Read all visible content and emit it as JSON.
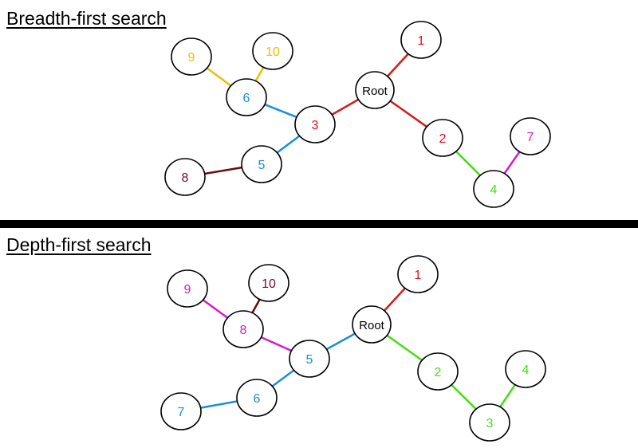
{
  "panels": [
    {
      "id": "bfs",
      "title": "Breadth-first search",
      "nodes": [
        {
          "id": "root",
          "label": "Root",
          "color": "#000000"
        },
        {
          "id": "n1",
          "label": "1",
          "color": "#e0101e"
        },
        {
          "id": "n2",
          "label": "2",
          "color": "#e0101e"
        },
        {
          "id": "n3",
          "label": "3",
          "color": "#e0101e"
        },
        {
          "id": "n4",
          "label": "4",
          "color": "#44dd11"
        },
        {
          "id": "n5",
          "label": "5",
          "color": "#1a8fd8"
        },
        {
          "id": "n6",
          "label": "6",
          "color": "#1a8fd8"
        },
        {
          "id": "n7",
          "label": "7",
          "color": "#d81bc8"
        },
        {
          "id": "n8",
          "label": "8",
          "color": "#7a0a2a"
        },
        {
          "id": "n9",
          "label": "9",
          "color": "#e8c000"
        },
        {
          "id": "n10",
          "label": "10",
          "color": "#e8c000"
        }
      ],
      "edges": [
        {
          "from": "root",
          "to": "n1",
          "color": "#d81818"
        },
        {
          "from": "root",
          "to": "n2",
          "color": "#d81818"
        },
        {
          "from": "root",
          "to": "n3",
          "color": "#d81818"
        },
        {
          "from": "n3",
          "to": "n6",
          "color": "#1a8fd8"
        },
        {
          "from": "n3",
          "to": "n5",
          "color": "#1a8fd8"
        },
        {
          "from": "n6",
          "to": "n9",
          "color": "#e8c000"
        },
        {
          "from": "n6",
          "to": "n10",
          "color": "#e8c000"
        },
        {
          "from": "n5",
          "to": "n8",
          "color": "#6a0a0a"
        },
        {
          "from": "n2",
          "to": "n4",
          "color": "#44dd11"
        },
        {
          "from": "n4",
          "to": "n7",
          "color": "#d81bc8"
        }
      ]
    },
    {
      "id": "dfs",
      "title": "Depth-first search",
      "nodes": [
        {
          "id": "root",
          "label": "Root",
          "color": "#000000"
        },
        {
          "id": "n1",
          "label": "1",
          "color": "#e0101e"
        },
        {
          "id": "n2",
          "label": "2",
          "color": "#44dd11"
        },
        {
          "id": "n3",
          "label": "3",
          "color": "#44dd11"
        },
        {
          "id": "n4",
          "label": "4",
          "color": "#44dd11"
        },
        {
          "id": "n5",
          "label": "5",
          "color": "#1a8fd8"
        },
        {
          "id": "n6",
          "label": "6",
          "color": "#1a8fd8"
        },
        {
          "id": "n7",
          "label": "7",
          "color": "#1a8fd8"
        },
        {
          "id": "n8",
          "label": "8",
          "color": "#d81bc8"
        },
        {
          "id": "n9",
          "label": "9",
          "color": "#d81bc8"
        },
        {
          "id": "n10",
          "label": "10",
          "color": "#7a0a2a"
        }
      ],
      "edges": [
        {
          "from": "root",
          "to": "n1",
          "color": "#d81818"
        },
        {
          "from": "root",
          "to": "n2",
          "color": "#44dd11"
        },
        {
          "from": "n2",
          "to": "n3",
          "color": "#44dd11"
        },
        {
          "from": "n3",
          "to": "n4",
          "color": "#44dd11"
        },
        {
          "from": "root",
          "to": "n5",
          "color": "#1a8fd8"
        },
        {
          "from": "n5",
          "to": "n6",
          "color": "#1a8fd8"
        },
        {
          "from": "n6",
          "to": "n7",
          "color": "#1a8fd8"
        },
        {
          "from": "n5",
          "to": "n8",
          "color": "#d81bc8"
        },
        {
          "from": "n8",
          "to": "n9",
          "color": "#d81bc8"
        },
        {
          "from": "n8",
          "to": "n10",
          "color": "#6a0a0a"
        }
      ]
    }
  ]
}
